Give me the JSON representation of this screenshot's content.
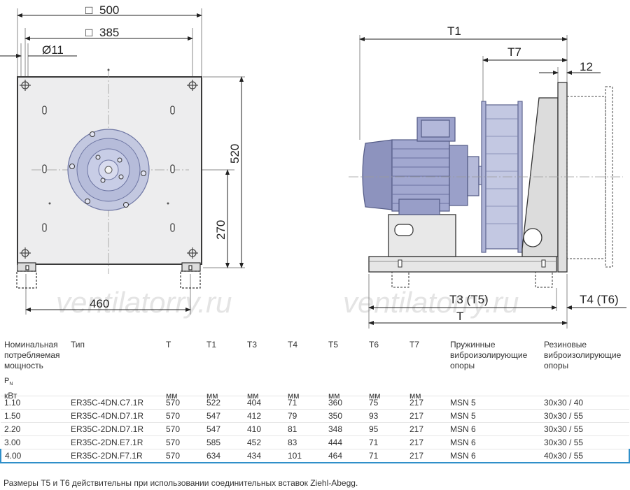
{
  "dimensions": {
    "outer": "500",
    "holes": "385",
    "diameter": "Ø11",
    "height": "520",
    "center": "270",
    "base": "460",
    "t1": "T1",
    "t7": "T7",
    "flange": "12",
    "t3t5": "T3 (T5)",
    "t4t6": "T4 (T6)",
    "t": "T",
    "square_symbol": "□"
  },
  "watermark": "ventilatorry.ru",
  "table": {
    "headers": [
      {
        "title": "Номинальная потребляемая мощность",
        "unit": "кВт",
        "symbol": "P",
        "symbol_sub": "N"
      },
      {
        "title": "Тип",
        "unit": ""
      },
      {
        "title": "T",
        "unit": "мм"
      },
      {
        "title": "T1",
        "unit": "мм"
      },
      {
        "title": "T3",
        "unit": "мм"
      },
      {
        "title": "T4",
        "unit": "мм"
      },
      {
        "title": "T5",
        "unit": "мм"
      },
      {
        "title": "T6",
        "unit": "мм"
      },
      {
        "title": "T7",
        "unit": "мм"
      },
      {
        "title": "Пружинные виброизолирующие опоры",
        "unit": ""
      },
      {
        "title": "Резиновые виброизолирующие опоры",
        "unit": ""
      }
    ],
    "rows": [
      [
        "1.10",
        "ER35C-4DN.C7.1R",
        "570",
        "522",
        "404",
        "71",
        "360",
        "75",
        "217",
        "MSN 5",
        "30x30 / 40"
      ],
      [
        "1.50",
        "ER35C-4DN.D7.1R",
        "570",
        "547",
        "412",
        "79",
        "350",
        "93",
        "217",
        "MSN 5",
        "30x30 / 55"
      ],
      [
        "2.20",
        "ER35C-2DN.D7.1R",
        "570",
        "547",
        "410",
        "81",
        "348",
        "95",
        "217",
        "MSN 6",
        "30x30 / 55"
      ],
      [
        "3.00",
        "ER35C-2DN.E7.1R",
        "570",
        "585",
        "452",
        "83",
        "444",
        "71",
        "217",
        "MSN 6",
        "30x30 / 55"
      ],
      [
        "4.00",
        "ER35C-2DN.F7.1R",
        "570",
        "634",
        "434",
        "101",
        "464",
        "71",
        "217",
        "MSN 6",
        "40x30 / 55"
      ]
    ],
    "highlighted_row": 4,
    "highlight_color": "#2f8fc9"
  },
  "footnote": "Размеры T5 и T6 действительны при использовании соединительных вставок Ziehl-Abegg."
}
